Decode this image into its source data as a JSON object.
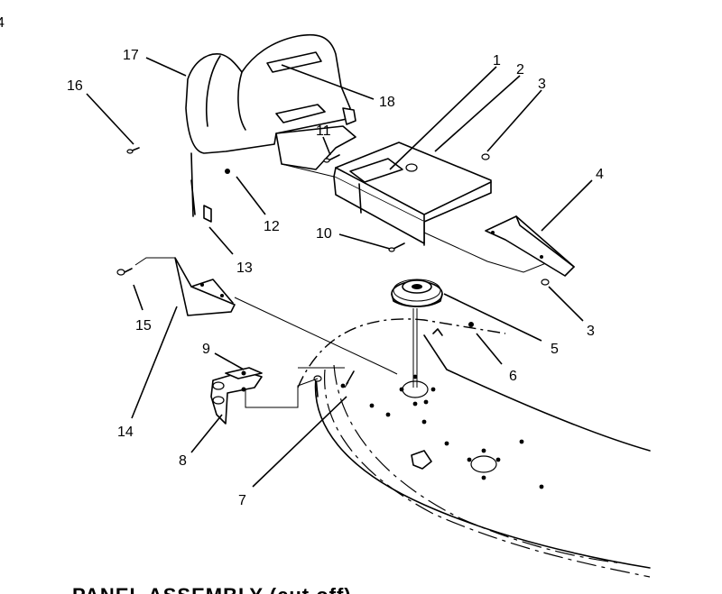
{
  "corner_mark": "4",
  "callouts": [
    {
      "id": "1",
      "label": "1"
    },
    {
      "id": "2",
      "label": "2"
    },
    {
      "id": "3a",
      "label": "3"
    },
    {
      "id": "3b",
      "label": "3"
    },
    {
      "id": "4",
      "label": "4"
    },
    {
      "id": "5",
      "label": "5"
    },
    {
      "id": "6",
      "label": "6"
    },
    {
      "id": "7",
      "label": "7"
    },
    {
      "id": "8",
      "label": "8"
    },
    {
      "id": "9",
      "label": "9"
    },
    {
      "id": "10",
      "label": "10"
    },
    {
      "id": "11",
      "label": "11"
    },
    {
      "id": "12",
      "label": "12"
    },
    {
      "id": "13",
      "label": "13"
    },
    {
      "id": "14",
      "label": "14"
    },
    {
      "id": "15",
      "label": "15"
    },
    {
      "id": "16",
      "label": "16"
    },
    {
      "id": "17",
      "label": "17"
    },
    {
      "id": "18",
      "label": "18"
    }
  ],
  "footer": {
    "text": "PANEL ASSEMBLY (cut off)"
  }
}
